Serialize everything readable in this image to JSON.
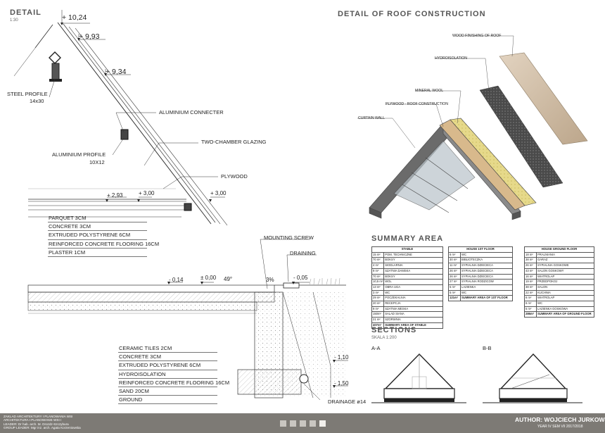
{
  "detail": {
    "title": "DETAIL",
    "scale": "1:30",
    "elevations": {
      "e1024": "+ 10,24",
      "e993": "+ 9,93",
      "e934": "+ 9,34",
      "e293": "+ 2,93",
      "e300a": "+ 3,00",
      "e300b": "+ 3,00",
      "em014": "- 0,14",
      "e000": "± 0,00",
      "angle": "49°",
      "slope": "3%",
      "em005": "- 0,05",
      "em110": "- 1,10",
      "em150": "- 1,50"
    },
    "labels": {
      "steel_profile": "STEEL PROFILE",
      "steel_profile_size": "14x30",
      "aluminium_connecter": "ALUMINIUM CONNECTER",
      "aluminium_profile": "ALUMINIUM PROFILE",
      "aluminium_profile_size": "10X12",
      "two_chamber_glazing": "TWO-CHAMBER GLAZING",
      "plywood": "PLYWOOD",
      "mounting_screw": "MOUNTING SCREW",
      "draining": "DRAINING",
      "drainage": "DRAINAGE ø14"
    },
    "floor_layers": [
      "PARQUET 3CM",
      "CONCRETE 3CM",
      "EXTRUDED POLYSTYRENE 6CM",
      "REINFORCED CONCRETE FLOORING 16CM",
      "PLASTER 1CM"
    ],
    "ground_layers": [
      "CERAMIC TILES 2CM",
      "CONCRETE 3CM",
      "EXTRUDED POLYSTYRENE 6CM",
      "HYDROISOLATION",
      "REINFORCED CONCRETE FLOORING 16CM",
      "SAND 20CM",
      "GROUND"
    ]
  },
  "roof": {
    "title": "DETAIL OF ROOF CONSTRUCTION",
    "labels": {
      "wood_finishing": "WOOD FINISHING OF ROOF",
      "hydroisolation": "HYDROISOLATION",
      "mineral_wool": "MINERAL WOOL",
      "plywood_roof": "PLYWOOD - ROOF CONSTRUCTION",
      "curtain_wall": "CURTAIN WALL"
    }
  },
  "summary": {
    "title": "SUMMARY AREA",
    "tables": [
      {
        "header": "STABLE",
        "rows": [
          [
            "15 m²",
            "POM. TECHNICZNE"
          ],
          [
            "70 m²",
            "BOKSY"
          ],
          [
            "4 m²",
            "SIODLARNIA"
          ],
          [
            "9 m²",
            "SZATNIA DAMSKA"
          ],
          [
            "70 m²",
            "BOKSY"
          ],
          [
            "10,5 m²",
            "WOL"
          ],
          [
            "13 m²",
            "OBRA UGA"
          ],
          [
            "3 m²",
            "WC"
          ],
          [
            "29 m²",
            "POCZEKALNIA"
          ],
          [
            "20 m²",
            "RECEPCJA"
          ],
          [
            "9 m²",
            "SZATNIA MESKA"
          ],
          [
            "150m²",
            "SALAD SIANA"
          ],
          [
            "21 m²",
            "SZORWNIA"
          ]
        ],
        "total": [
          "407m²",
          "SUMMARY AREA OF STABLE"
        ]
      },
      {
        "header": "HOUSE 1ST FLOOR",
        "rows": [
          [
            "6 m²",
            "WC"
          ],
          [
            "30 m²",
            "BIBLIOTECZKA"
          ],
          [
            "11 m²",
            "SYPIALNIA DZIECIECA"
          ],
          [
            "26 m²",
            "SYPIALNIA DZIECIECA"
          ],
          [
            "26 m²",
            "SYPIALNIA DZIECIECA"
          ],
          [
            "27 m²",
            "SYPIALNIA RODZICOW"
          ],
          [
            "5 m²",
            "LAZIENKA"
          ],
          [
            "5 m²",
            "WC"
          ]
        ],
        "total": [
          "121m²",
          "SUMMARY AREA OF 1ST FLOOR"
        ]
      },
      {
        "header": "HOUSE GROUND FLOOR",
        "rows": [
          [
            "18 m²",
            "PRALNIANIA"
          ],
          [
            "38 m²",
            "GARAZ"
          ],
          [
            "26 m²",
            "SYPIALNIA GOSKOWE"
          ],
          [
            "43 m²",
            "SALON GOSKOWY"
          ],
          [
            "16 m²",
            "WIATROLAP"
          ],
          [
            "19 m²",
            "PRZEDPOKOJ"
          ],
          [
            "38 m²",
            "SALON"
          ],
          [
            "22 m²",
            "KUCHNIA"
          ],
          [
            "6 m²",
            "WIATROLAP"
          ],
          [
            "6 m²",
            "WC"
          ],
          [
            "5 m²",
            "LAZIENKA GOSKOWA"
          ]
        ],
        "total": [
          "286m²",
          "SUMMARY AREA OF GROUND FLOOR"
        ]
      }
    ]
  },
  "sections": {
    "title": "SECTIONS",
    "scale": "SKALA 1:200",
    "a": "A-A",
    "b": "B-B"
  },
  "footer": {
    "lines": [
      "ZAKLAD ARCHITEKTURY I PLANOWANIA WSI",
      "ARCHITEKTURA I PLANOWANIE WSI I",
      "LEADER: Dr hab. arch. M. Drozdz-Szczybura",
      "GROUP LEADER: Mgr inz. arch. Agata Korzeniowska"
    ],
    "author": "AUTHOR: WOJCIECH JURKOWSKI",
    "year": "YEAR IV SEM VII 2017/2018"
  }
}
